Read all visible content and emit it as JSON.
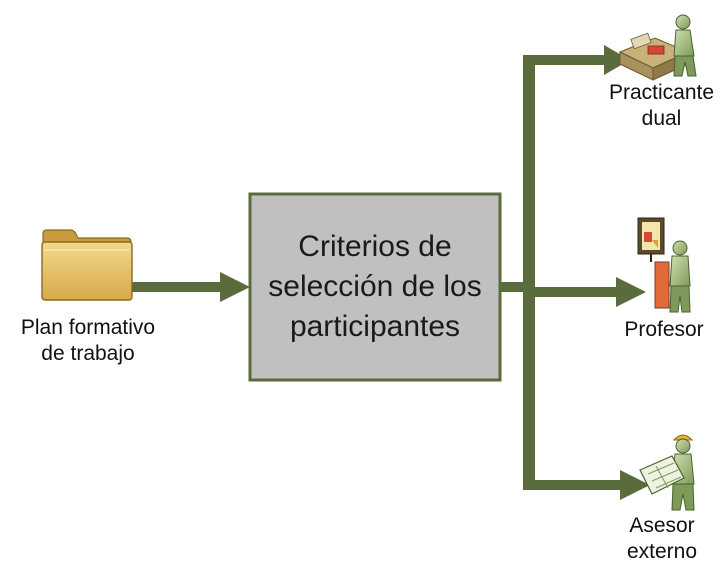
{
  "process": {
    "lines": [
      "Criterios de",
      "selección de los",
      "participantes"
    ]
  },
  "input": {
    "lines": [
      "Plan formativo",
      "de trabajo"
    ],
    "icon": "folder-icon"
  },
  "outputs": [
    {
      "lines": [
        "Practicante",
        "dual"
      ],
      "icon": "worker-at-desk-icon"
    },
    {
      "lines": [
        "Profesor"
      ],
      "icon": "teacher-at-board-icon"
    },
    {
      "lines": [
        "Asesor",
        "externo"
      ],
      "icon": "engineer-with-blueprint-icon"
    }
  ],
  "colors": {
    "arrow": "#5a6b3c",
    "box_fill": "#c0c0c0",
    "box_border": "#5a6b3c",
    "folder": "#e8c36a"
  }
}
